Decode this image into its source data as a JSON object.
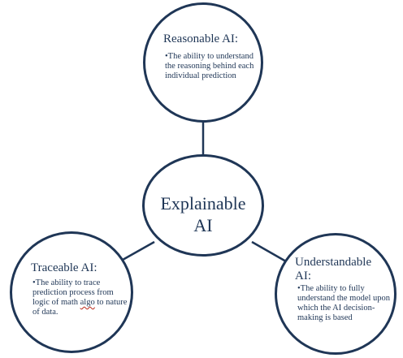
{
  "diagram": {
    "center": {
      "line1": "Explainable",
      "line2": "AI"
    },
    "nodes": [
      {
        "title": "Reasonable AI:",
        "bullet": "•The ability to understand the reasoning behind each individual prediction"
      },
      {
        "title": "Traceable AI:",
        "bullet_before": "•The ability to trace prediction process from logic of math ",
        "bullet_mark": "algo",
        "bullet_after": " to nature of data."
      },
      {
        "title_line1": "Understandable",
        "title_line2": "AI:",
        "bullet": "•The ability to fully understand the model upon which the AI decision-making is based"
      }
    ]
  },
  "colors": {
    "stroke": "#1f3656",
    "text": "#1f3656",
    "background": "#ffffff",
    "spellcheck_underline": "#c0392b"
  }
}
